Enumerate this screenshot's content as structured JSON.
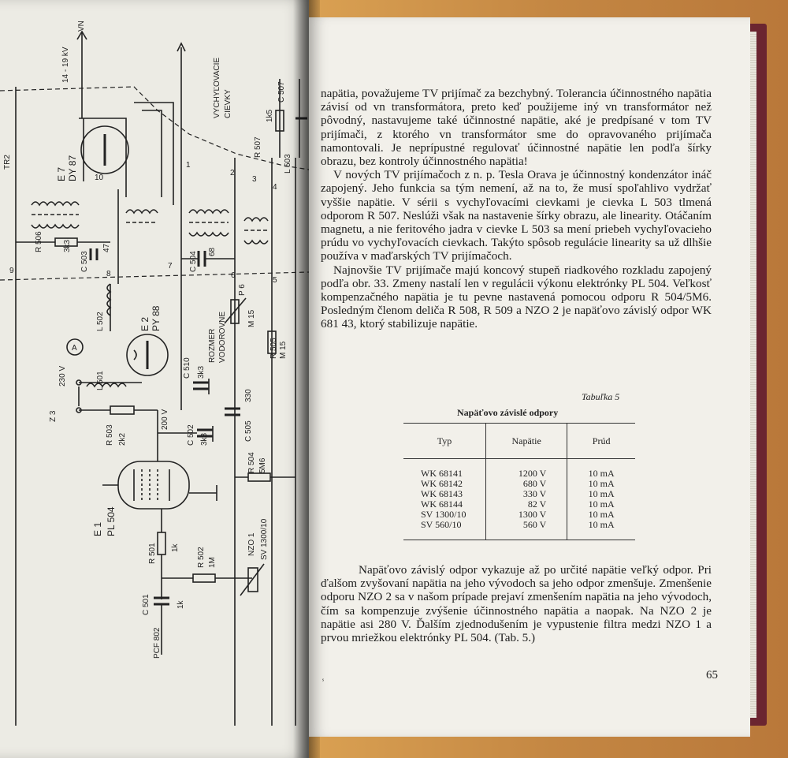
{
  "left_page": {
    "labels": {
      "hv": "14 - 19 kV",
      "vn": "VN",
      "tr2": "TR2",
      "deflection": "VYCHYĽOVACIE",
      "coils": "CIEVKY",
      "e7": "E 7",
      "dy87": "DY 87",
      "e2": "E 2",
      "py88": "PY 88",
      "e1": "E 1",
      "pl504": "PL 504",
      "r506": "R 506",
      "r506v": "3k3",
      "c503": "C 503",
      "c503v": "47",
      "c504": "C 504",
      "c504v": "68",
      "l502": "L 502",
      "l501": "L 501",
      "c510": "C 510",
      "c510v": "3k3",
      "c502": "C 502",
      "c502v": "3k3",
      "r503": "R 503",
      "r503v": "2k2",
      "z3": "Z 3",
      "v230": "230 V",
      "v200": "200 V",
      "c505": "C 505",
      "c505v": "330",
      "r504": "R 504",
      "r504v": "5M6",
      "r505": "R 505",
      "r505v": "M 15",
      "p6": "P 6",
      "p6v": "M 15",
      "width1": "ROZMER",
      "width2": "VODOROVNE",
      "r501": "R 501",
      "r501v": "1k",
      "r502": "R 502",
      "r502v": "1M",
      "c501": "C 501",
      "c501v": "1k",
      "nzo1": "NZO 1",
      "sv": "SV 1300/10",
      "pcf": "PCF 802",
      "r507": "R 507",
      "r507v": "1k5",
      "c507": "C 507",
      "l503": "L 503",
      "ammeter": "A",
      "n1": "1",
      "n2": "2",
      "n3": "3",
      "n4": "4",
      "n5": "5",
      "n6": "6",
      "n7": "7",
      "n8": "8",
      "n9": "9",
      "n10": "10"
    }
  },
  "right_page": {
    "paragraphs": [
      "napätia, považujeme TV prijímač za bezchybný. Tolerancia účinnostného napätia závisí od vn transformátora, preto keď použijeme iný vn transformátor než pôvodný, nastavujeme také účinnostné napätie, aké je predpísané v tom TV prijímači, z ktorého vn transformátor sme do opravovaného prijímača namontovali. Je neprípustné regulovať účinnostné napätie len podľa šírky obrazu, bez kontroly účinnostného napätia!",
      "V nových TV prijímačoch z n. p. Tesla Orava je účinnostný kondenzátor ináč zapojený. Jeho funkcia sa tým nemení, až na to, že musí spoľahlivo vydržať vyššie napätie. V sérii s vychyľovacími cievkami je cievka L 503 tlmená odporom R 507. Neslúži však na nastavenie šírky obrazu, ale linearity. Otáčaním magnetu, a nie feritového jadra v cievke L 503 sa mení priebeh vychyľovacieho prúdu vo vychyľovacích cievkach. Takýto spôsob regulácie linearity sa už dlhšie používa v maďarských TV prijímačoch.",
      "Najnovšie TV prijímače majú koncový stupeň riadkového rozkladu zapojený podľa obr. 33. Zmeny nastalí len v regulácii výkonu elektrónky PL 504. Veľkosť kompenzačného napätia je tu pevne nastavená pomocou odporu R 504/5M6. Posledným členom deliča R 508, R 509 a NZO 2 je napäťovo závislý odpor WK 681 43, ktorý stabilizuje napätie."
    ],
    "table": {
      "caption": "Tabuľka 5",
      "title": "Napäťovo závislé odpory",
      "headers": [
        "Typ",
        "Napätie",
        "Prúd"
      ],
      "rows": [
        [
          "WK 68141",
          "1200 V",
          "10 mA"
        ],
        [
          "WK 68142",
          "680 V",
          "10 mA"
        ],
        [
          "WK 68143",
          "330 V",
          "10 mA"
        ],
        [
          "WK 68144",
          "82 V",
          "10 mA"
        ],
        [
          "SV 1300/10",
          "1300 V",
          "10 mA"
        ],
        [
          "SV 560/10",
          "560 V",
          "10 mA"
        ]
      ]
    },
    "closing_paragraph": "Napäťovo závislý odpor vykazuje až po určité napätie veľký odpor. Pri ďalšom zvyšovaní napätia na jeho vývodoch sa jeho odpor zmenšuje. Zmenšenie odporu NZO 2 sa v našom prípade prejaví zmenšením napätia na jeho vývodoch, čím sa kompenzuje zvýšenie účinnostného napätia a naopak. Na NZO 2 je napätie asi 280 V. Ďalším zjednodušením je vypustenie filtra medzi NZO 1 a prvou mriežkou elektrónky PL 504. (Tab. 5.)",
    "stray_mark": "ˢ",
    "page_number": "65"
  }
}
